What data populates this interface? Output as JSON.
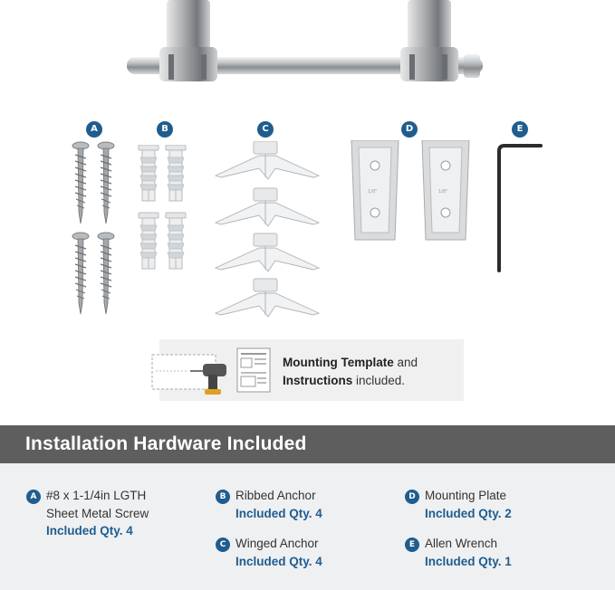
{
  "badges": {
    "a": "A",
    "b": "B",
    "c": "C",
    "d": "D",
    "e": "E"
  },
  "plate_marking": "1/8\"",
  "template": {
    "line1_bold": "Mounting Template",
    "line1_rest": " and",
    "line2_bold": "Instructions",
    "line2_rest": " included."
  },
  "banner_title": "Installation Hardware Included",
  "items": [
    {
      "badge": "A",
      "name_line1": "#8 x 1-1/4in LGTH",
      "name_line2": "Sheet Metal Screw",
      "qty": "Included Qty. 4"
    },
    {
      "badge": "B",
      "name_line1": "Ribbed Anchor",
      "qty": "Included Qty. 4"
    },
    {
      "badge": "C",
      "name_line1": "Winged Anchor",
      "qty": "Included Qty. 4"
    },
    {
      "badge": "D",
      "name_line1": "Mounting Plate",
      "qty": "Included Qty. 2"
    },
    {
      "badge": "E",
      "name_line1": "Allen Wrench",
      "qty": "Included Qty. 1"
    }
  ],
  "colors": {
    "accent": "#1f5d8f",
    "banner": "#5e5e5e",
    "panel": "#eff0f1"
  }
}
